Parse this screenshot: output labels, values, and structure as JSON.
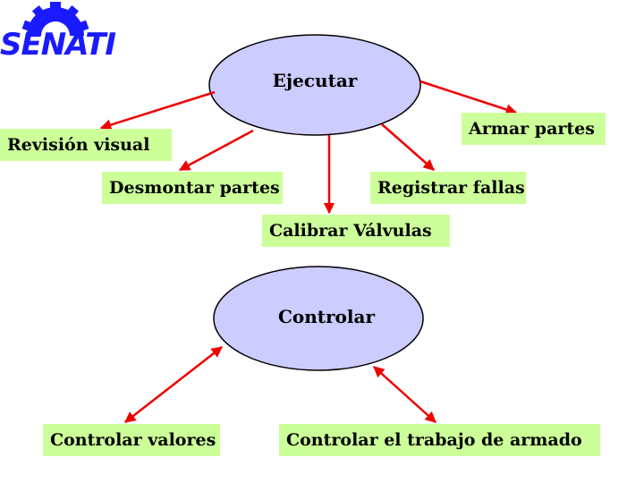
{
  "logo": {
    "text": "SENATI",
    "icon": "gear-icon",
    "color": "#1a1aff"
  },
  "nodes": {
    "ejecutar": "Ejecutar",
    "controlar": "Controlar"
  },
  "tasks": {
    "revision_visual": "Revisión visual",
    "desmontar_partes": "Desmontar partes",
    "calibrar_valvulas": "Calibrar Válvulas",
    "registrar_fallas": "Registrar fallas",
    "armar_partes": "Armar partes",
    "controlar_valores": "Controlar valores",
    "controlar_trabajo": "Controlar el trabajo de armado"
  },
  "colors": {
    "oval_fill": "#ccccff",
    "label_fill": "#ccff99",
    "arrow": "#ee0000"
  }
}
